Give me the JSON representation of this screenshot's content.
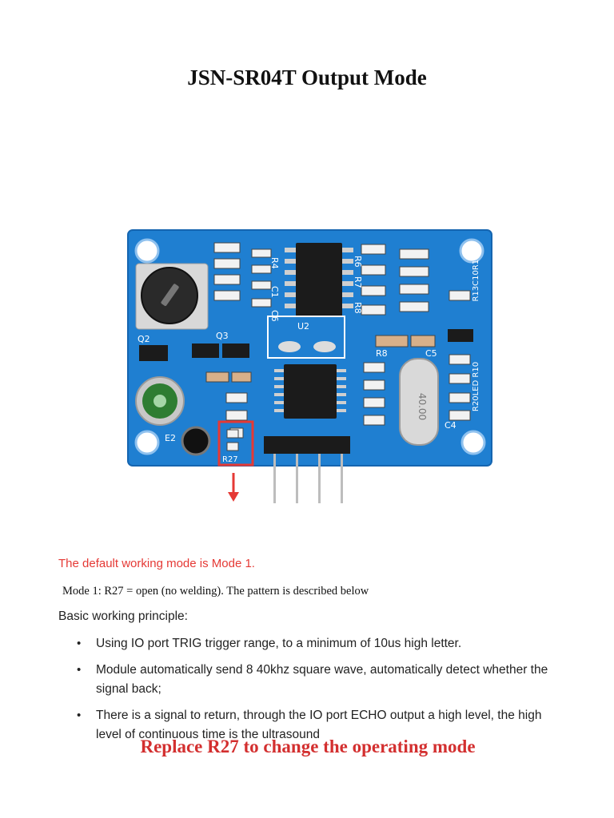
{
  "document": {
    "title": "JSN-SR04T Output Mode",
    "figure": {
      "board_labels": {
        "r4": "R4",
        "r6": "R6",
        "r7": "R7",
        "r8": "R8",
        "r8b": "R8",
        "r13": "R13C10R14",
        "r20": "R20LED R10",
        "q2": "Q2",
        "q3": "Q3",
        "u2": "U2",
        "c1": "C1",
        "c5": "C5",
        "c4": "C4",
        "c6": "C6",
        "e2": "E2",
        "r27": "R27",
        "crystal": "40.00"
      },
      "caption": "Replace R27 to change the operating mode"
    },
    "default_mode": "The default working mode is Mode 1.",
    "mode_line": "Mode 1: R27 = open (no welding). The pattern is described below",
    "principle_heading": "Basic working principle:",
    "bullets": [
      "Using IO port TRIG trigger range, to a minimum of 10us high letter.",
      "Module automatically send 8 40khz square wave, automatically detect whether the signal back;",
      "There is a signal to return, through the IO port ECHO output a high level, the high level of continuous time is the ultrasound"
    ],
    "colors": {
      "board_blue": "#1f7fd1",
      "highlight_red": "#e53935",
      "caption_red": "#d32f2f",
      "default_mode_red": "#e53935"
    }
  }
}
